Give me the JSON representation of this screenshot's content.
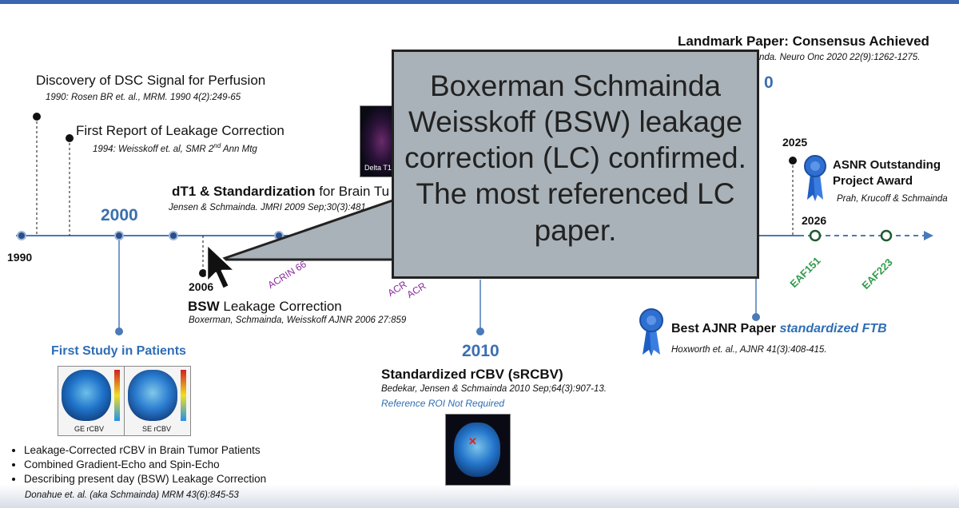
{
  "timeline": {
    "years": {
      "y1990": "1990",
      "y2000": "2000",
      "y2006": "2006",
      "y2010": "2010",
      "y2025": "2025",
      "y2026": "2026"
    },
    "events": {
      "dsc_title": "Discovery of DSC Signal for Perfusion",
      "dsc_cite": "1990: Rosen BR et. al., MRM. 1990 4(2):249-65",
      "leak_title": "First Report of Leakage Correction",
      "leak_cite_a": "1994: Weisskoff et. al, SMR 2",
      "leak_cite_sup": "nd",
      "leak_cite_b": " Ann Mtg",
      "dt1_bold": "dT1 & Standardization",
      "dt1_rest": " for  Brain Tu",
      "dt1_cite": "Jensen & Schmainda. JMRI 2009 Sep;30(3):481",
      "bsw_bold": "BSW",
      "bsw_rest": " Leakage Correction",
      "bsw_cite": "Boxerman, Schmainda, Weisskoff AJNR 2006  27:859",
      "first_study": "First Study in Patients",
      "srcbv_title": "Standardized rCBV (sRCBV)",
      "srcbv_cite": "Bedekar, Jensen & Schmainda 2010 Sep;64(3):907-13.",
      "srcbv_note": "Reference ROI Not Required",
      "landmark_title": "Landmark Paper: Consensus Achieved",
      "landmark_cite": "nda. Neuro Onc 2020 22(9):1262-1275.",
      "asnr_title_1": "ASNR Outstanding",
      "asnr_title_2": "Project Award",
      "asnr_cite": "Prah, Krucoff & Schmainda",
      "ajnr_title": "Best AJNR Paper ",
      "ajnr_italic": "standardized FTB",
      "ajnr_cite": "Hoxworth et. al., AJNR  41(3):408-415.",
      "delta_label": "Delta T1",
      "acrin_1": "ACRIN 66",
      "acrin_2": "ACR",
      "acrin_3": "ACR",
      "eaf_1": "EAF151",
      "eaf_2": "EAF223",
      "zero_frag": "0"
    },
    "bullets": [
      "Leakage-Corrected rCBV in Brain Tumor Patients",
      "Combined Gradient-Echo and Spin-Echo",
      "Describing present day (BSW) Leakage Correction"
    ],
    "bullets_cite": "Donahue et. al. (aka Schmainda) MRM 43(6):845-53",
    "scan_labels": {
      "ge": "GE rCBV",
      "se": "SE rCBV"
    }
  },
  "callout": {
    "text": "Boxerman Schmainda Weisskoff (BSW) leakage correction (LC) confirmed. The most referenced LC paper."
  },
  "colors": {
    "axis": "#4a7ab8",
    "year_blue": "#3a6fb0",
    "acrin": "#8a2ca0",
    "eaf": "#2e9b4a",
    "callout_bg": "#a9b2b8",
    "ribbon": "#2f6fd0"
  }
}
